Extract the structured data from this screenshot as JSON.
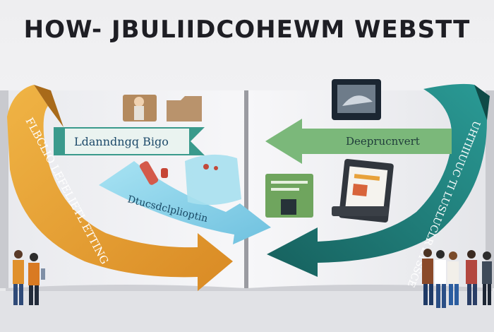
{
  "title": "HOW- JBULIIDCOHEWM WEBSTT",
  "arrows": {
    "left_top_label": "Ldanndngq Bigo",
    "right_top_label": "Deeprucnvert",
    "middle_label": "Dtucsdclplioptin",
    "left_curve_text": "FLBCLIO LEFELIETL ETTING",
    "right_curve_text": "UHTIIIUUC TI LUSLUCLR ETSSCE"
  },
  "colors": {
    "orange": "#e89a2c",
    "teal": "#1f7e7a",
    "green": "#7bb87a",
    "sky_blue": "#8fd3ea",
    "book_edge": "#d8d8dc"
  }
}
